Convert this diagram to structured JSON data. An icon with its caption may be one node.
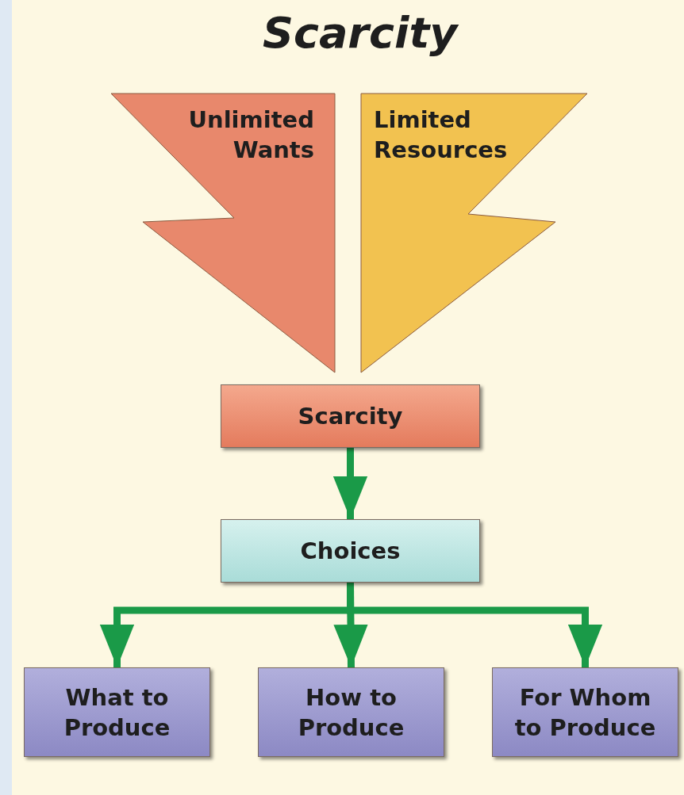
{
  "diagram": {
    "title": "Scarcity",
    "nodes": [
      {
        "text": [
          "Unlimited Wants"
        ]
      },
      {
        "text": [
          "Limited Resources"
        ]
      },
      {
        "text": [
          "Scarcity"
        ]
      },
      {
        "text": [
          "Choices"
        ]
      },
      {
        "text": [
          "What to Produce"
        ]
      },
      {
        "text": [
          "How to Produce"
        ]
      },
      {
        "text": [
          "For Whom to Produce"
        ]
      }
    ],
    "edges": [
      {
        "from": 2,
        "to": 3,
        "arrow": "to"
      },
      {
        "from": 3,
        "to": 4,
        "arrow": "to"
      },
      {
        "from": 3,
        "to": 5,
        "arrow": "to"
      },
      {
        "from": 3,
        "to": 6,
        "arrow": "to"
      }
    ]
  }
}
